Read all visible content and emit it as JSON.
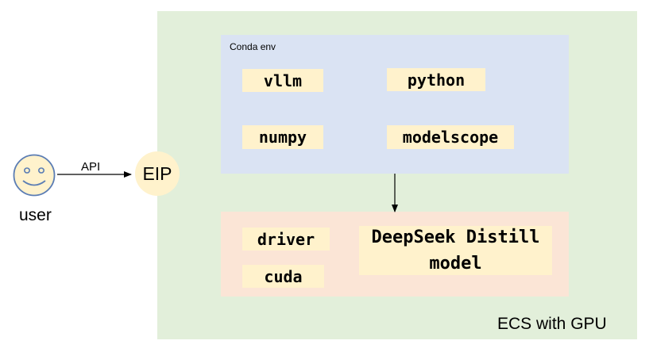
{
  "user": {
    "label": "user"
  },
  "connection": {
    "label": "API"
  },
  "eip": {
    "label": "EIP"
  },
  "ecs": {
    "label": "ECS with GPU",
    "color": "#e2efda"
  },
  "conda_env": {
    "label": "Conda env",
    "color": "#dae3f3",
    "packages": [
      "vllm",
      "python",
      "numpy",
      "modelscope"
    ]
  },
  "gpu_stack": {
    "color": "#fbe5d6",
    "items": [
      "driver",
      "cuda"
    ],
    "model": {
      "line1": "DeepSeek Distill",
      "line2": "model"
    }
  },
  "chip_color": "#fff2cc",
  "icons": {
    "user": "smiley-face-icon"
  }
}
